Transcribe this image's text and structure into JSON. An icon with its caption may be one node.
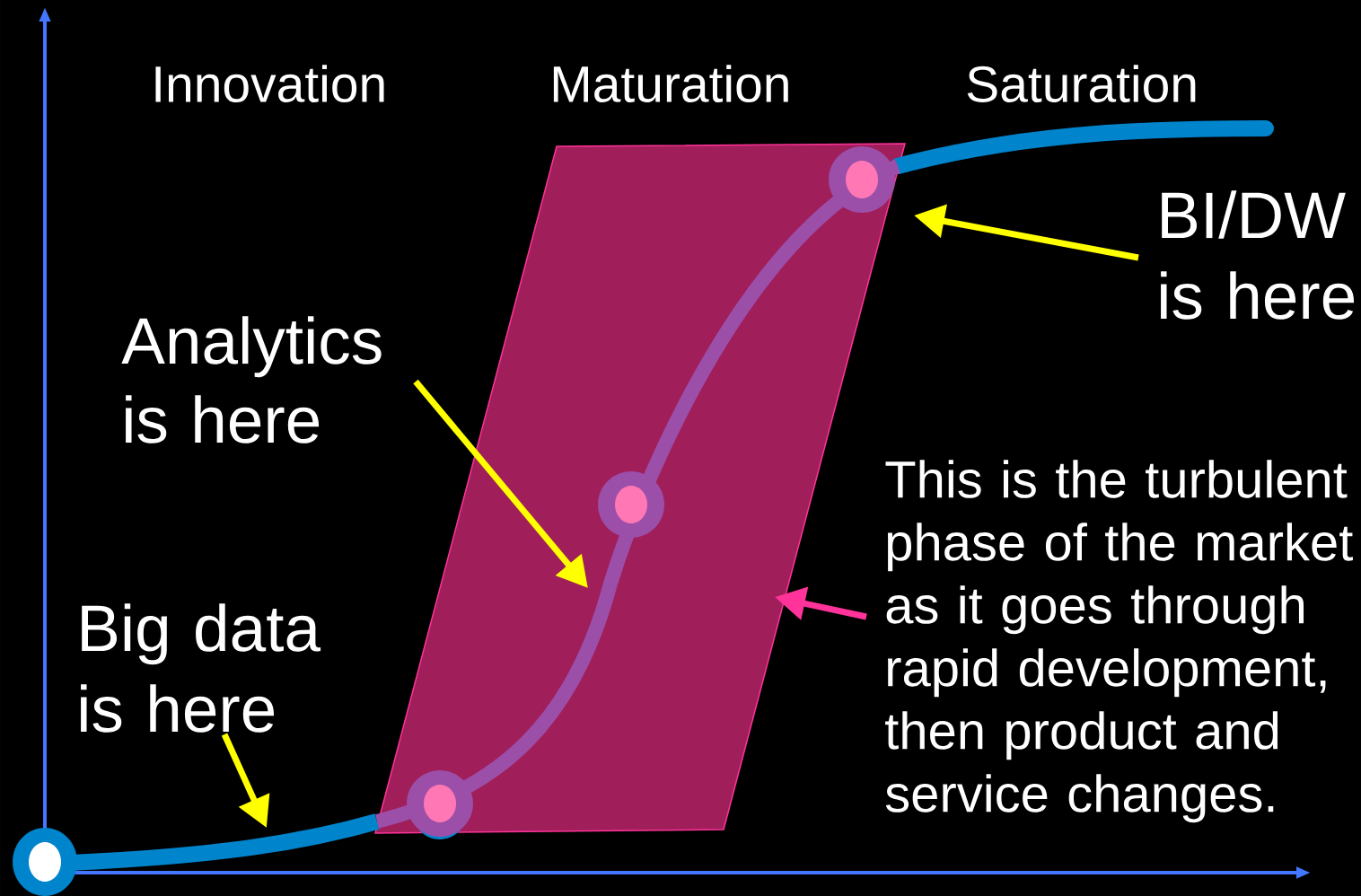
{
  "diagram": {
    "nodes": [
      {
        "text": [
          "Analytics is here"
        ]
      },
      {
        "text": [
          "BI/DW is here"
        ]
      },
      {
        "text": [
          "This is the turbulent phase of the market as it goes through rapid development, then product and service changes."
        ]
      },
      {
        "text": [
          "Big data is here"
        ]
      },
      {
        "text": [],
        "shape": "parallelogram"
      }
    ],
    "edges": [
      {
        "from": 0,
        "to": 4,
        "arrow": "to"
      },
      {
        "from": 1,
        "to": null,
        "arrow": "to"
      },
      {
        "from": 2,
        "to": 4,
        "arrow": "to",
        "color": "#ff3399"
      },
      {
        "from": 3,
        "to": null,
        "arrow": "to"
      }
    ],
    "labels": [
      "Innovation",
      "Maturation",
      "Saturation"
    ]
  }
}
